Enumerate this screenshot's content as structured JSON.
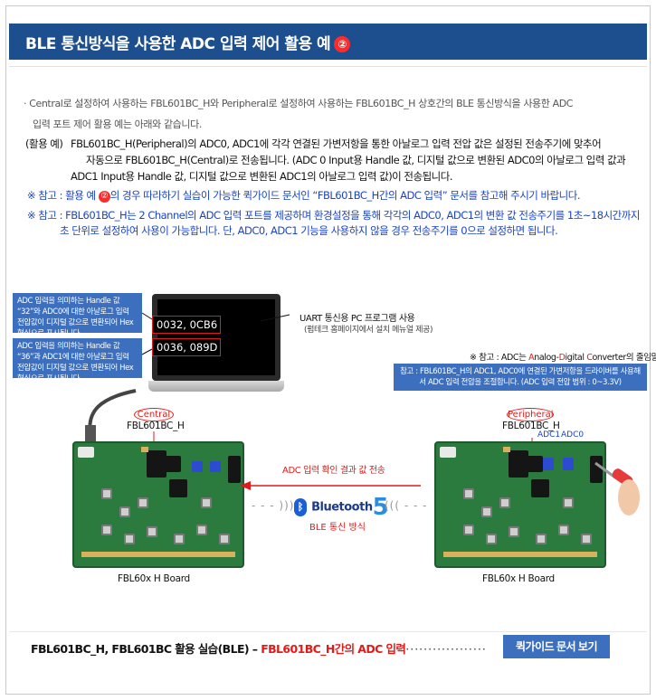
{
  "header": {
    "title": "BLE 통신방식을 사용한 ADC 입력 제어 활용 예",
    "number": "②"
  },
  "intro": {
    "line1": "· Central로 설정하여 사용하는 FBL601BC_H와 Peripheral로 설정하여 사용하는 FBL601BC_H 상호간의 BLE 통신방식을 사용한 ADC",
    "line2": "입력 포트 제어 활용 예는 아래와 같습니다."
  },
  "usage": {
    "label": "(활용 예)",
    "line1": "FBL601BC_H(Peripheral)의 ADC0, ADC1에 각각 연결된 가변저항을 통한 아날로그 입력 전압 값은 설정된 전송주기에 맞추어",
    "line2": "자동으로 FBL601BC_H(Central)로 전송됩니다.  (ADC 0 Input용 Handle 값, 디지털 값으로 변환된 ADC0의 아날로그 입력 값과",
    "line3": "ADC1 Input용 Handle 값, 디지털 값으로 변환된 ADC1의 아날로그 입력 값)이 전송됩니다."
  },
  "notes": {
    "note1_prefix": "※ 참고 : 활용 예",
    "note1_number": "②",
    "note1_suffix": "의 경우 따라하기 실습이 가능한 퀵가이드 문서인 “FBL601BC_H간의 ADC 입력” 문서를 참고해 주시기 바랍니다.",
    "note2_line1": "※ 참고 : FBL601BC_H는 2 Channel의 ADC 입력 포트를 제공하며 환경설정을 통해 각각의 ADC0, ADC1의 변환 값 전송주기를 1초~18시간까지",
    "note2_line2": "초 단위로 설정하여 사용이 가능합니다.  단, ADC0, ADC1 기능을 사용하지 않을 경우 전송주기를 0으로 설정하면 됩니다."
  },
  "diagram": {
    "handle_box1": "ADC 입력을 의미하는 Handle 값 “32”와 ADC0에 대한 아날로그 입력 전압값이 디지털 값으로 변환되어 Hex 형식으로 표시됩니다.",
    "handle_box2": "ADC 입력을 의미하는 Handle 값 “36”과 ADC1에 대한 아날로그 입력 전압값이 디지털 값으로 변환되어 Hex 형식으로 표시됩니다.",
    "readout1": "0032, 0CB6",
    "readout2": "0036, 089D",
    "uart_title": "UART 통신용 PC 프로그램 사용",
    "uart_sub": "(펌테크 홈페이지에서 설치 메뉴얼 제공)",
    "adc_note_prefix": "※ 참고 : ADC는 ",
    "adc_note_a": "A",
    "adc_note_b": "nalog-",
    "adc_note_d": "D",
    "adc_note_e": "igital ",
    "adc_note_c": "C",
    "adc_note_f": "onverter의 줄임말입니다.",
    "peripheral_box": "참고 : FBL601BC_H의 ADC1, ADC0에 연결된 가변저항을 드라이버를 사용해서 ADC 입력 전압을 조절합니다.  (ADC 입력 전압 범위 : 0~3.3V)",
    "central_oval": "Central",
    "central_name": "FBL601BC_H",
    "peripheral_oval": "Peripheral",
    "peripheral_name": "FBL601BC_H",
    "adc1_label": "ADC1",
    "adc0_label": "ADC0",
    "arrow_caption": "ADC 입력 확인 결과 값 전송",
    "bt_text": "Bluetooth",
    "bt_version": "5",
    "ble_caption": "BLE 통신 방식",
    "board_left": "FBL60x  H Board",
    "board_right": "FBL60x  H Board"
  },
  "footer": {
    "text_prefix": "FBL601BC_H, FBL601BC 활용 실습(BLE) – ",
    "text_red": "FBL601BC_H간의 ADC 입력",
    "dots": "··················",
    "button_label": "퀵가이드 문서 보기"
  },
  "colors": {
    "header_bg": "#1d4f8f",
    "accent_red": "#e01b1b",
    "note_blue": "#1a44c7",
    "button_blue": "#3c6fbe"
  }
}
